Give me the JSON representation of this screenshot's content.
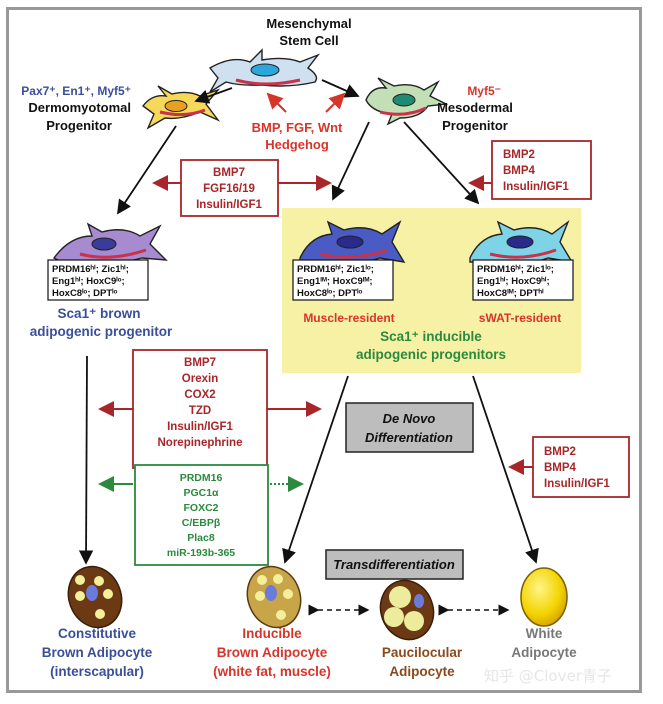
{
  "diagram": {
    "top_cell": {
      "label_line1": "Mesenchymal",
      "label_line2": "Stem Cell"
    },
    "signals_top": {
      "line1": "BMP, FGF, Wnt",
      "line2": "Hedgehog"
    },
    "dermomyotomal": {
      "markers": "Pax7⁺, En1⁺, Myf5⁺",
      "line1": "Dermomyotomal",
      "line2": "Progenitor"
    },
    "mesodermal": {
      "markers": "Myf5⁻",
      "line1": "Mesodermal",
      "line2": "Progenitor"
    },
    "box_bmp7_fgf": {
      "lines": [
        "BMP7",
        "FGF16/19",
        "Insulin/IGF1"
      ]
    },
    "box_bmp2_top": {
      "lines": [
        "BMP2",
        "BMP4",
        "Insulin/IGF1"
      ]
    },
    "brown_progenitor": {
      "markers": [
        "PRDM16ʰⁱ; Zic1ʰⁱ;",
        "Eng1ʰⁱ; HoxC9ˡᵒ;",
        "HoxC8ˡᵒ; DPTˡᵒ"
      ],
      "label_line1": "Sca1⁺ brown",
      "label_line2": "adipogenic progenitor"
    },
    "muscle_resident": {
      "markers": [
        "PRDM16ʰⁱ; Zic1ˡᵒ;",
        "Eng1ᴵᴹ; HoxC9ᴵᴹ;",
        "HoxC8ˡᵒ; DPTˡᵒ"
      ],
      "label": "Muscle-resident"
    },
    "swat_resident": {
      "markers": [
        "PRDM16ʰⁱ; Zic1ˡᵒ;",
        "Eng1ʰⁱ; HoxC9ʰⁱ;",
        "HoxC8ᴵᴹ; DPTʰⁱ"
      ],
      "label": "sWAT-resident"
    },
    "inducible_group": {
      "line1": "Sca1⁺ inducible",
      "line2": "adipogenic progenitors"
    },
    "box_red_middle": {
      "lines": [
        "BMP7",
        "Orexin",
        "COX2",
        "TZD",
        "Insulin/IGF1",
        "Norepinephrine"
      ]
    },
    "box_green_middle": {
      "lines": [
        "PRDM16",
        "PGC1α",
        "FOXC2",
        "C/EBPβ",
        "Plac8",
        "miR-193b-365"
      ]
    },
    "de_novo": {
      "line1": "De Novo",
      "line2": "Differentiation"
    },
    "transdiff": {
      "label": "Transdifferentiation"
    },
    "box_bmp2_bottom": {
      "lines": [
        "BMP2",
        "BMP4",
        "Insulin/IGF1"
      ]
    },
    "constitutive": {
      "line1": "Constitutive",
      "line2": "Brown Adipocyte",
      "line3": "(interscapular)"
    },
    "inducible_brown": {
      "line1": "Inducible",
      "line2": "Brown Adipocyte",
      "line3": "(white fat, muscle)"
    },
    "paucilocular": {
      "line1": "Paucilocular",
      "line2": "Adipocyte"
    },
    "white": {
      "line1": "White",
      "line2": "Adipocyte"
    }
  },
  "watermark": "知乎 @Clover青子",
  "colors": {
    "blue_text": "#3a4f9a",
    "red_text": "#d7352a",
    "dark_red": "#a8262a",
    "green": "#2b8a3e",
    "yellow_panel": "#f7f1a6",
    "gray_box": "#bdbdbd"
  }
}
